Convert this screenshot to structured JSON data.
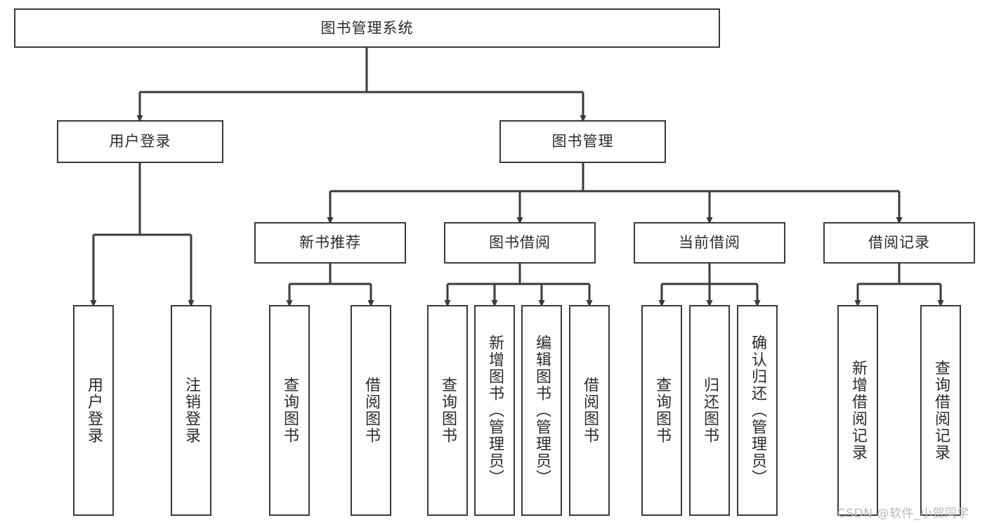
{
  "diagram": {
    "type": "tree-hierarchy",
    "title": "图书管理系统",
    "root": {
      "id": "root",
      "label": "图书管理系统"
    },
    "level2": [
      {
        "id": "user-login",
        "label": "用户登录"
      },
      {
        "id": "book-management",
        "label": "图书管理"
      }
    ],
    "level3": [
      {
        "id": "new-book-recommend",
        "label": "新书推荐",
        "parent": "book-management"
      },
      {
        "id": "book-borrow",
        "label": "图书借阅",
        "parent": "book-management"
      },
      {
        "id": "current-borrow",
        "label": "当前借阅",
        "parent": "book-management"
      },
      {
        "id": "borrow-record",
        "label": "借阅记录",
        "parent": "book-management"
      }
    ],
    "leaves": [
      {
        "id": "leaf-user-login",
        "label": "用户登录",
        "parent": "user-login"
      },
      {
        "id": "leaf-logout-login",
        "label": "注销登录",
        "parent": "user-login"
      },
      {
        "id": "leaf-query-book-1",
        "label": "查询图书",
        "parent": "new-book-recommend"
      },
      {
        "id": "leaf-borrow-book-1",
        "label": "借阅图书",
        "parent": "new-book-recommend"
      },
      {
        "id": "leaf-query-book-2",
        "label": "查询图书",
        "parent": "book-borrow"
      },
      {
        "id": "leaf-add-book",
        "label": "新增图书（管理员）",
        "parent": "book-borrow"
      },
      {
        "id": "leaf-edit-book",
        "label": "编辑图书（管理员）",
        "parent": "book-borrow"
      },
      {
        "id": "leaf-borrow-book-2",
        "label": "借阅图书",
        "parent": "book-borrow"
      },
      {
        "id": "leaf-query-book-3",
        "label": "查询图书",
        "parent": "current-borrow"
      },
      {
        "id": "leaf-return-book",
        "label": "归还图书",
        "parent": "current-borrow"
      },
      {
        "id": "leaf-confirm-return",
        "label": "确认归还（管理员）",
        "parent": "current-borrow"
      },
      {
        "id": "leaf-add-borrow-record",
        "label": "新增借阅记录",
        "parent": "borrow-record"
      },
      {
        "id": "leaf-query-borrow-record",
        "label": "查询借阅记录",
        "parent": "borrow-record"
      }
    ],
    "watermark": "CSDN @软件_小贺同学",
    "colors": {
      "border": "#3a3a3a",
      "background": "#ffffff",
      "text": "#2b2b2b",
      "edge": "#3a3a3a",
      "watermark": "#b9b9b9"
    }
  }
}
